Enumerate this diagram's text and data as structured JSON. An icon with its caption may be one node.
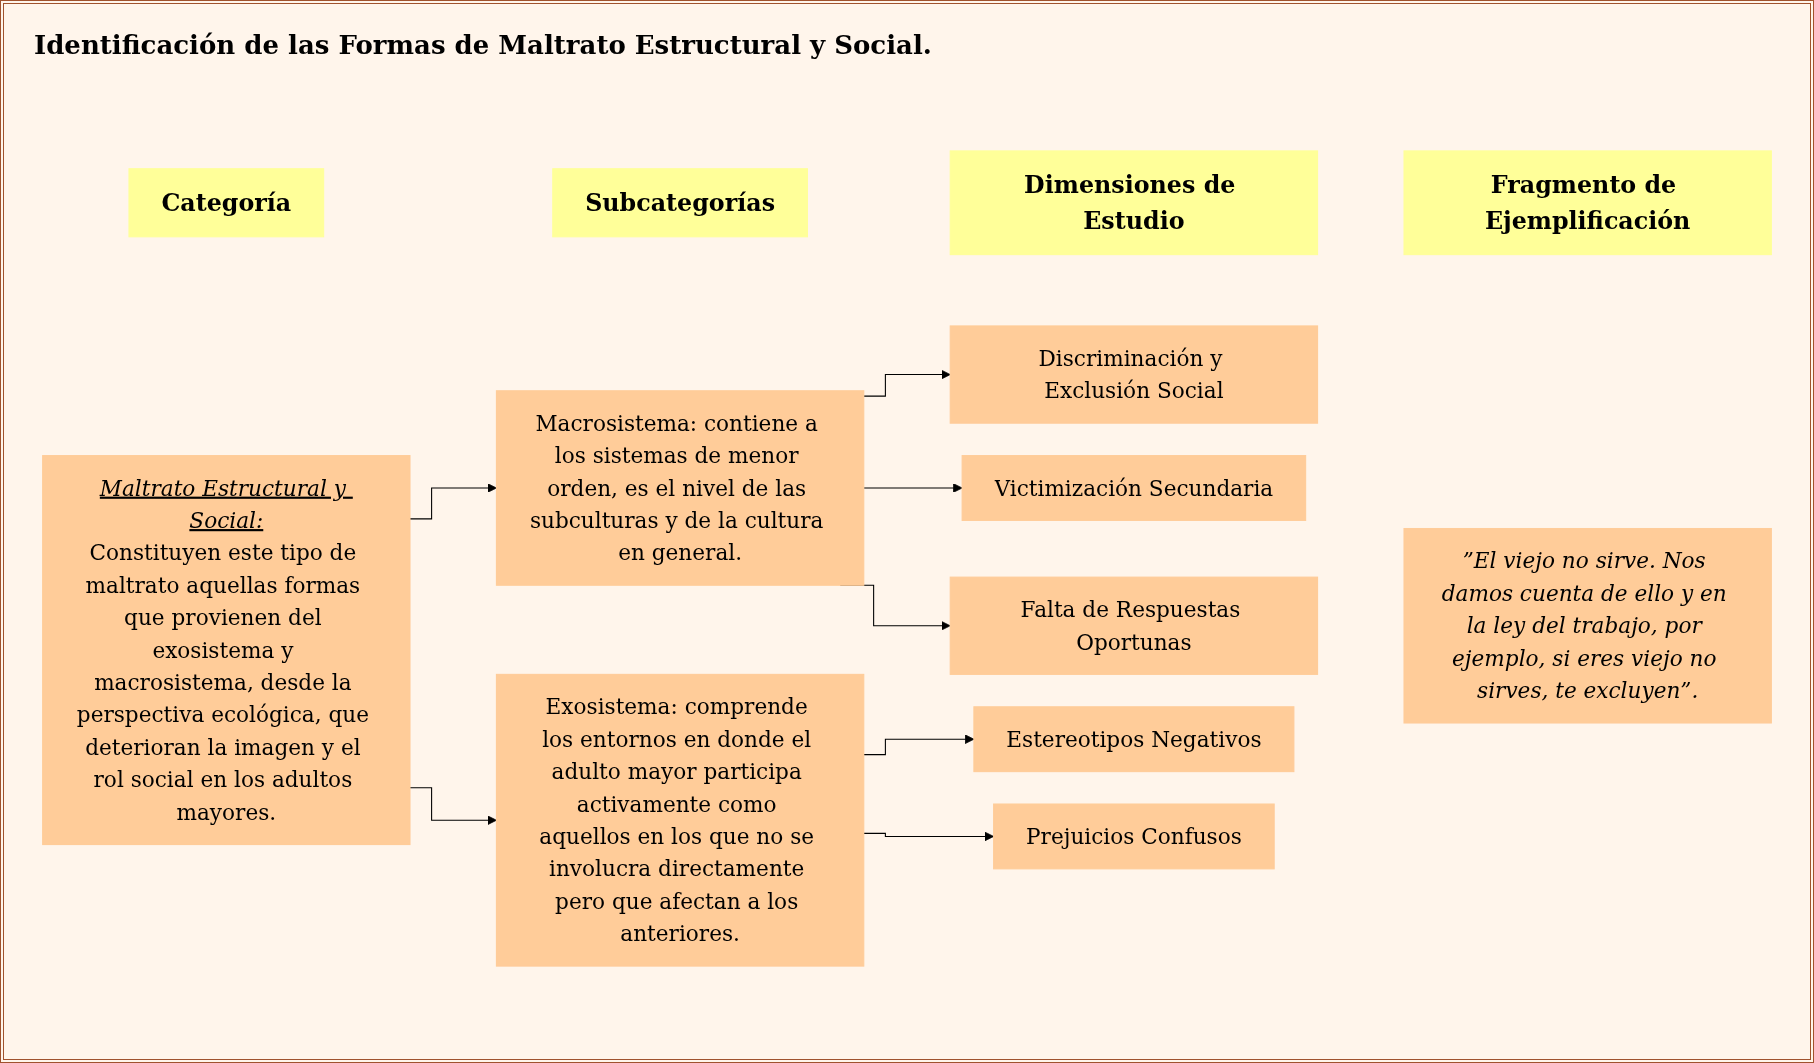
{
  "diagram": {
    "title": "Identificación de las Formas de Maltrato Estructural y Social.",
    "nodes": [
      {
        "text": [
          "Categoría"
        ]
      },
      {
        "text": [
          "Subcategorías"
        ]
      },
      {
        "text": [
          "Dimensiones de Estudio"
        ]
      },
      {
        "text": [
          "Fragmento de Ejemplificación"
        ]
      },
      {
        "text": [
          "Maltrato Estructural y Social:",
          "Constituyen este tipo de maltrato aquellas formas que provienen del exosistema y macrosistema, desde la perspectiva ecológica, que deterioran la imagen y el rol social en los adultos mayores."
        ]
      },
      {
        "text": [
          "Macrosistema: contiene a los sistemas de menor orden, es el nivel de las subculturas y de la cultura en general."
        ]
      },
      {
        "text": [
          "Exosistema: comprende los entornos en donde el adulto mayor participa activamente como aquellos en los que no se involucra directamente pero que afectan a los anteriores."
        ]
      },
      {
        "text": [
          "Discriminación y Exclusión Social"
        ]
      },
      {
        "text": [
          "Victimización Secundaria"
        ]
      },
      {
        "text": [
          "Falta de Respuestas Oportunas"
        ]
      },
      {
        "text": [
          "Estereotipos Negativos"
        ]
      },
      {
        "text": [
          "Prejuicios Confusos"
        ]
      },
      {
        "text": [
          "”El viejo no sirve. Nos damos cuenta de ello y en la ley del trabajo, por ejemplo, si eres viejo no sirves, te excluyen”."
        ]
      }
    ],
    "edges": [
      {
        "from": 4,
        "to": 5,
        "arrow": "to"
      },
      {
        "from": 4,
        "to": 6,
        "arrow": "to"
      },
      {
        "from": 5,
        "to": 7,
        "arrow": "to"
      },
      {
        "from": 5,
        "to": 8,
        "arrow": "to"
      },
      {
        "from": 5,
        "to": 9,
        "arrow": "to"
      },
      {
        "from": 6,
        "to": 10,
        "arrow": "to"
      },
      {
        "from": 6,
        "to": 11,
        "arrow": "to"
      }
    ]
  }
}
